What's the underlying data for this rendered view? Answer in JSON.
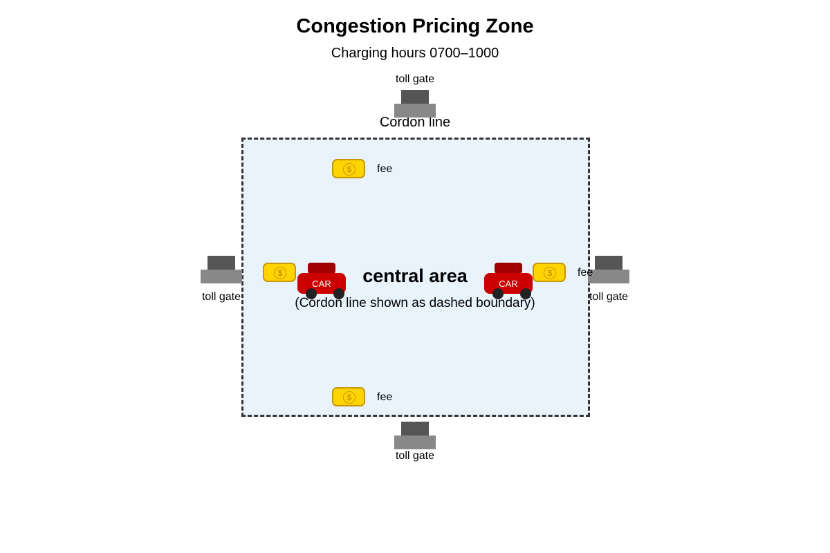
{
  "title": "Congestion Pricing Zone",
  "subtitle": "Charging hours 0700–1000",
  "cordon_label": "Cordon line",
  "central_area": {
    "label": "central area",
    "note": "(Cordon line shown as dashed boundary)"
  },
  "gate_label": "toll gate",
  "fee_label": "fee",
  "fee_icon_symbol": "$",
  "car_label": "CAR",
  "colors": {
    "zone_fill": "#e8f3fc",
    "boundary": "#333333",
    "fee": "#ffd400",
    "car": "#cc0000",
    "gate": "#555555"
  }
}
